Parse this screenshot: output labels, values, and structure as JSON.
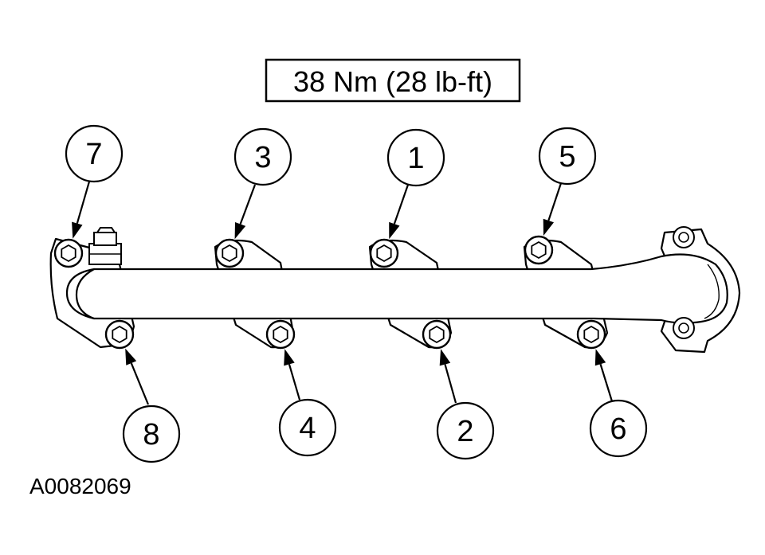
{
  "torque_spec": "38 Nm (28 lb-ft)",
  "figure_id": "A0082069",
  "callouts": [
    {
      "label": "7",
      "bolt": 0
    },
    {
      "label": "3",
      "bolt": 1
    },
    {
      "label": "1",
      "bolt": 2
    },
    {
      "label": "5",
      "bolt": 3
    },
    {
      "label": "8",
      "bolt": 4
    },
    {
      "label": "4",
      "bolt": 5
    },
    {
      "label": "2",
      "bolt": 6
    },
    {
      "label": "6",
      "bolt": 7
    }
  ],
  "tightening_sequence": [
    "1",
    "2",
    "3",
    "4",
    "5",
    "6",
    "7",
    "8"
  ]
}
